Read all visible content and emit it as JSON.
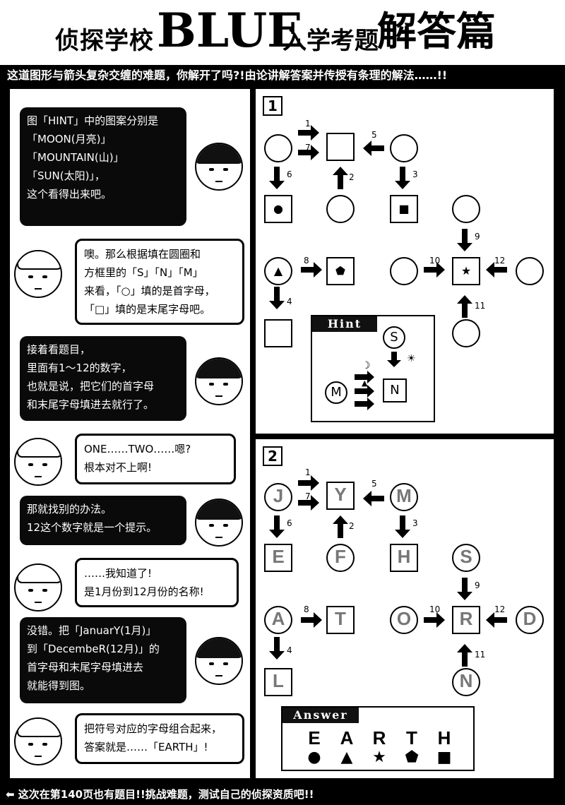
{
  "header": {
    "title_left": "侦探学校",
    "title_blue": "BLUE",
    "title_right": "入学考题",
    "title_answer": "解答篇",
    "subtitle": "这道图形与箭头复杂交缠的难题，你解开了吗?!由论讲解答案并传授有条理的解法……!!"
  },
  "dialogue": [
    {
      "lines": [
        "图「HINT」中的图案分别是",
        "「MOON(月亮)」",
        "「MOUNTAIN(山)」",
        "「SUN(太阳)」，",
        "这个看得出来吧。"
      ]
    },
    {
      "lines": [
        "噢。那么根据填在圆圈和",
        "方框里的「S」「N」「M」",
        "来看，「○」填的是首字母，",
        "「□」填的是末尾字母吧。"
      ]
    },
    {
      "lines": [
        "接着看题目，",
        "里面有1～12的数字，",
        "也就是说，把它们的首字母",
        "和末尾字母填进去就行了。"
      ]
    },
    {
      "lines": [
        "ONE……TWO……嗯?",
        "根本对不上啊!"
      ]
    },
    {
      "lines": [
        "那就找别的办法。",
        "12这个数字就是一个提示。"
      ]
    },
    {
      "lines": [
        "……我知道了!",
        "是1月份到12月份的名称!"
      ]
    },
    {
      "lines": [
        "没错。把「JanuarY(1月)」",
        "到「DecembeR(12月)」的",
        "首字母和末尾字母填进去",
        "就能得到图。"
      ]
    },
    {
      "lines": [
        "把符号对应的字母组合起来，",
        "答案就是……「EARTH」!"
      ]
    }
  ],
  "panel1": {
    "number": "1",
    "arrow_numbers": [
      "1",
      "7",
      "5",
      "6",
      "2",
      "3",
      "9",
      "8",
      "10",
      "12",
      "4",
      "11"
    ],
    "symbols": [
      "●",
      "■",
      "▲",
      "⬟",
      "★"
    ],
    "hint": {
      "label": "Hint",
      "s": "S",
      "m": "M",
      "n": "N",
      "moon": "☽",
      "sun": "☀",
      "mountain": "▲"
    }
  },
  "panel2": {
    "number": "2",
    "arrow_numbers": [
      "1",
      "7",
      "5",
      "6",
      "2",
      "3",
      "9",
      "8",
      "10",
      "12",
      "4",
      "11"
    ],
    "letters": {
      "j": "J",
      "y": "Y",
      "m": "M",
      "e": "E",
      "f": "F",
      "h": "H",
      "s": "S",
      "a": "A",
      "t": "T",
      "o": "O",
      "r": "R",
      "d": "D",
      "l": "L",
      "n": "N"
    },
    "answer": {
      "label": "Answer",
      "letters": [
        "E",
        "A",
        "R",
        "T",
        "H"
      ],
      "symbols": [
        "●",
        "▲",
        "★",
        "⬟",
        "■"
      ]
    }
  },
  "footer": {
    "text": "⬅ 这次在第140页也有题目!!挑战难题，测试自己的侦探资质吧!!"
  }
}
